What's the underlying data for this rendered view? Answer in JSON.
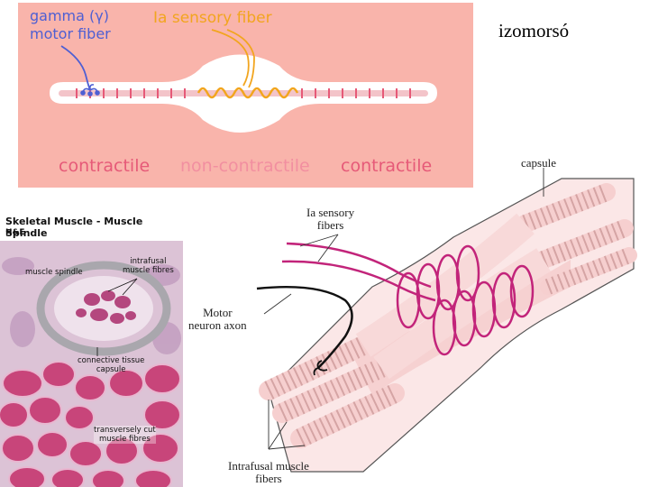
{
  "page": {
    "title": "izomorsó"
  },
  "top_diagram": {
    "gamma_label_line1": "gamma (γ)",
    "gamma_label_line2": "motor fiber",
    "ia_label": "Ia sensory fiber",
    "zone_left": "contractile",
    "zone_middle": "non-contractile",
    "zone_right": "contractile",
    "colors": {
      "background": "#f9b4ab",
      "zone_contractile": "#e65a78",
      "zone_noncontractile": "#f28fa0",
      "gamma": "#4e5fd3",
      "ia": "#f2a51e"
    }
  },
  "histology": {
    "title": "Skeletal Muscle - Muscle Spindle",
    "stain": "H&E",
    "label_spindle": "muscle spindle",
    "label_intrafusal_line1": "intrafusal",
    "label_intrafusal_line2": "muscle fibres",
    "label_capsule_line1": "connective tissue",
    "label_capsule_line2": "capsule",
    "label_transverse_line1": "transversely cut",
    "label_transverse_line2": "muscle fibres"
  },
  "anatomy": {
    "label_capsule": "capsule",
    "label_ia_line1": "Ia sensory",
    "label_ia_line2": "fibers",
    "label_motor_line1": "Motor",
    "label_motor_line2": "neuron axon",
    "label_intrafusal_line1": "Intrafusal muscle",
    "label_intrafusal_line2": "fibers",
    "colors": {
      "fiber": "#f6cfcf",
      "sensory": "#c2247a",
      "motor": "#111111"
    }
  }
}
